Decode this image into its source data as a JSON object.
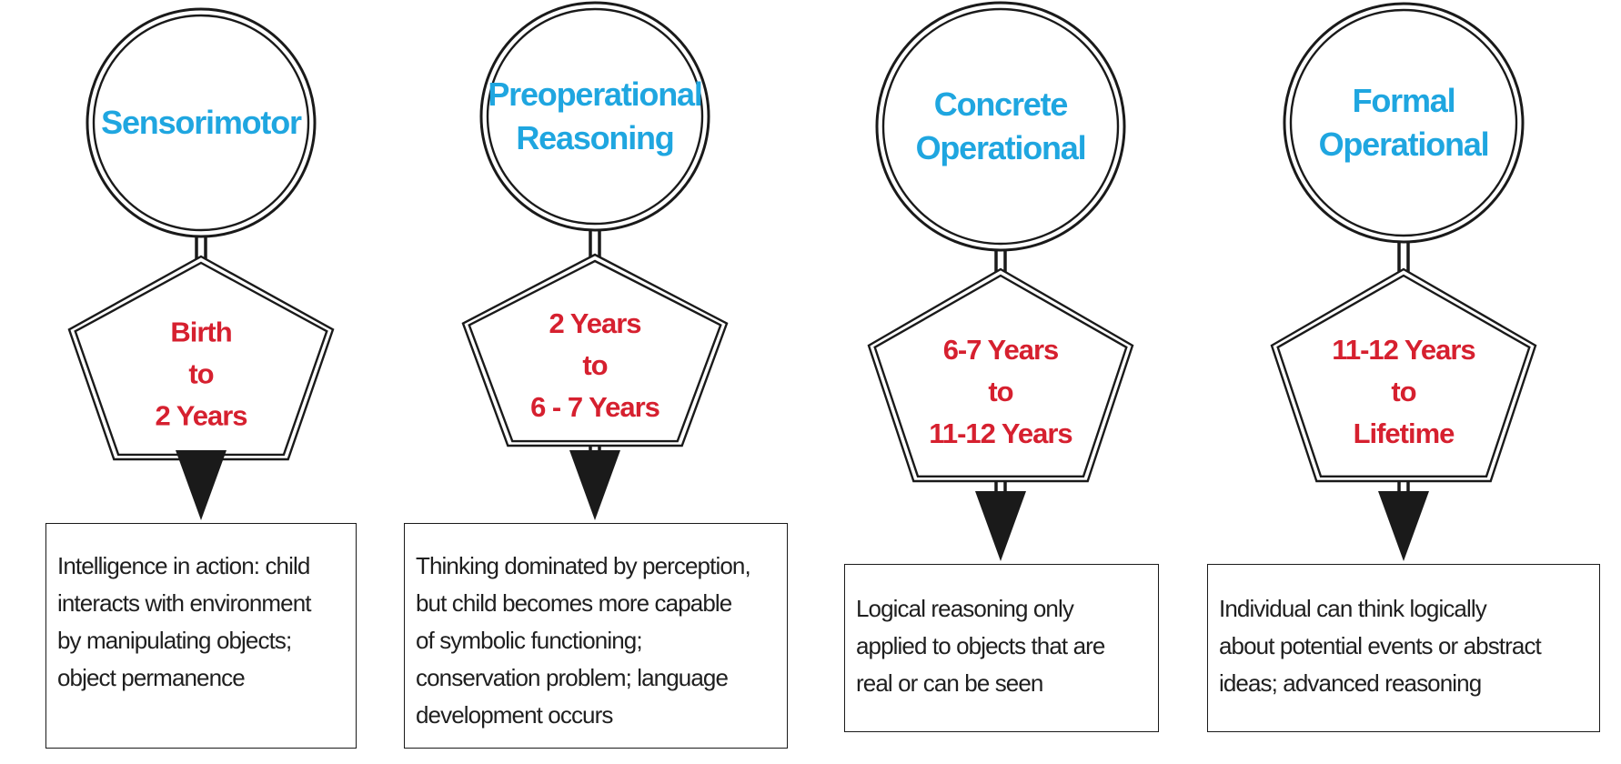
{
  "colors": {
    "stage_title": "#1fa6e0",
    "age_range": "#d6202f",
    "outline": "#1a1a1a",
    "text": "#1f1f1f"
  },
  "stages": [
    {
      "title_lines": [
        "Sensorimotor"
      ],
      "age_lines": [
        "Birth",
        "to",
        "2 Years"
      ],
      "description_lines": [
        "Intelligence in action: child",
        "interacts with environment",
        "by manipulating objects;",
        "object permanence"
      ]
    },
    {
      "title_lines": [
        "Preoperational",
        "Reasoning"
      ],
      "age_lines": [
        "2 Years",
        "to",
        "6 - 7 Years"
      ],
      "description_lines": [
        "Thinking dominated by perception,",
        "but child becomes more capable",
        "of symbolic functioning;",
        "conservation problem; language",
        "development occurs"
      ]
    },
    {
      "title_lines": [
        "Concrete",
        "Operational"
      ],
      "age_lines": [
        "6-7 Years",
        "to",
        "11-12 Years"
      ],
      "description_lines": [
        "Logical reasoning only",
        "applied to objects that are",
        "real or can be seen"
      ]
    },
    {
      "title_lines": [
        "Formal",
        "Operational"
      ],
      "age_lines": [
        "11-12 Years",
        "to",
        "Lifetime"
      ],
      "description_lines": [
        "Individual can think logically",
        "about potential events or abstract",
        "ideas; advanced reasoning"
      ]
    }
  ]
}
